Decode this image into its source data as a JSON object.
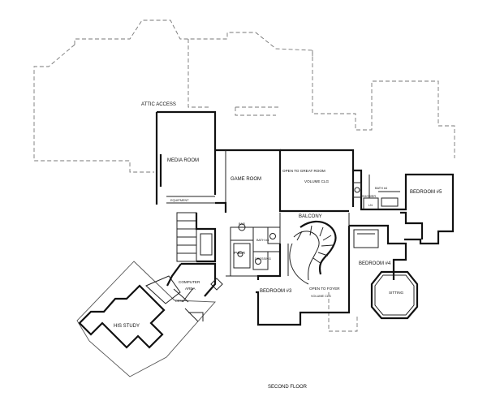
{
  "floor_plan": {
    "caption": "SECOND FLOOR",
    "rooms": {
      "attic_access": "ATTIC ACCESS",
      "media_room": "MEDIA ROOM",
      "equipment": "EQUIPMENT",
      "game_room": "GAME ROOM",
      "open_great_room_line1": "OPEN TO GREAT ROOM",
      "open_great_room_line2": "VOLUME CLG",
      "balcony": "BALCONY",
      "bath4": "BATH #4",
      "shower": "SHOWER",
      "ln": "LN",
      "bedroom5": "BEDROOM #5",
      "bar": "BAR",
      "bath3": "BATH #3",
      "dressing": "DRESSING",
      "pwdr": "PWDR",
      "bedroom4": "BEDROOM #4",
      "computer_area_line1": "COMPUTER",
      "computer_area_line2": "AREA",
      "bedroom3": "BEDROOM #3",
      "open_foyer_line1": "OPEN TO FOYER",
      "open_foyer_line2": "VOLUME CLG",
      "sitting": "SITTING",
      "his_study": "HIS STUDY",
      "desk": "DESK"
    }
  }
}
